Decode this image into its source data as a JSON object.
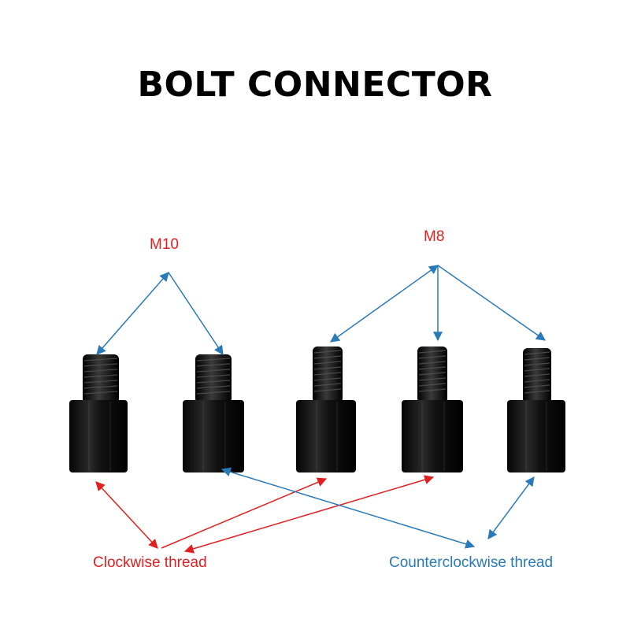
{
  "title": "BOLT CONNECTOR",
  "labels": {
    "m10": "M10",
    "m8": "M8",
    "clockwise": "Clockwise thread",
    "counterclockwise": "Counterclockwise thread"
  },
  "bolts": [
    {
      "size": "M10",
      "thread": "Clockwise thread"
    },
    {
      "size": "M10",
      "thread": "Counterclockwise thread"
    },
    {
      "size": "M8",
      "thread": "Clockwise thread"
    },
    {
      "size": "M8",
      "thread": "Clockwise thread"
    },
    {
      "size": "M8",
      "thread": "Counterclockwise thread"
    }
  ],
  "colors": {
    "red": "#e02020",
    "blue": "#2a7ab8",
    "bolt": "#0b0b0b"
  }
}
